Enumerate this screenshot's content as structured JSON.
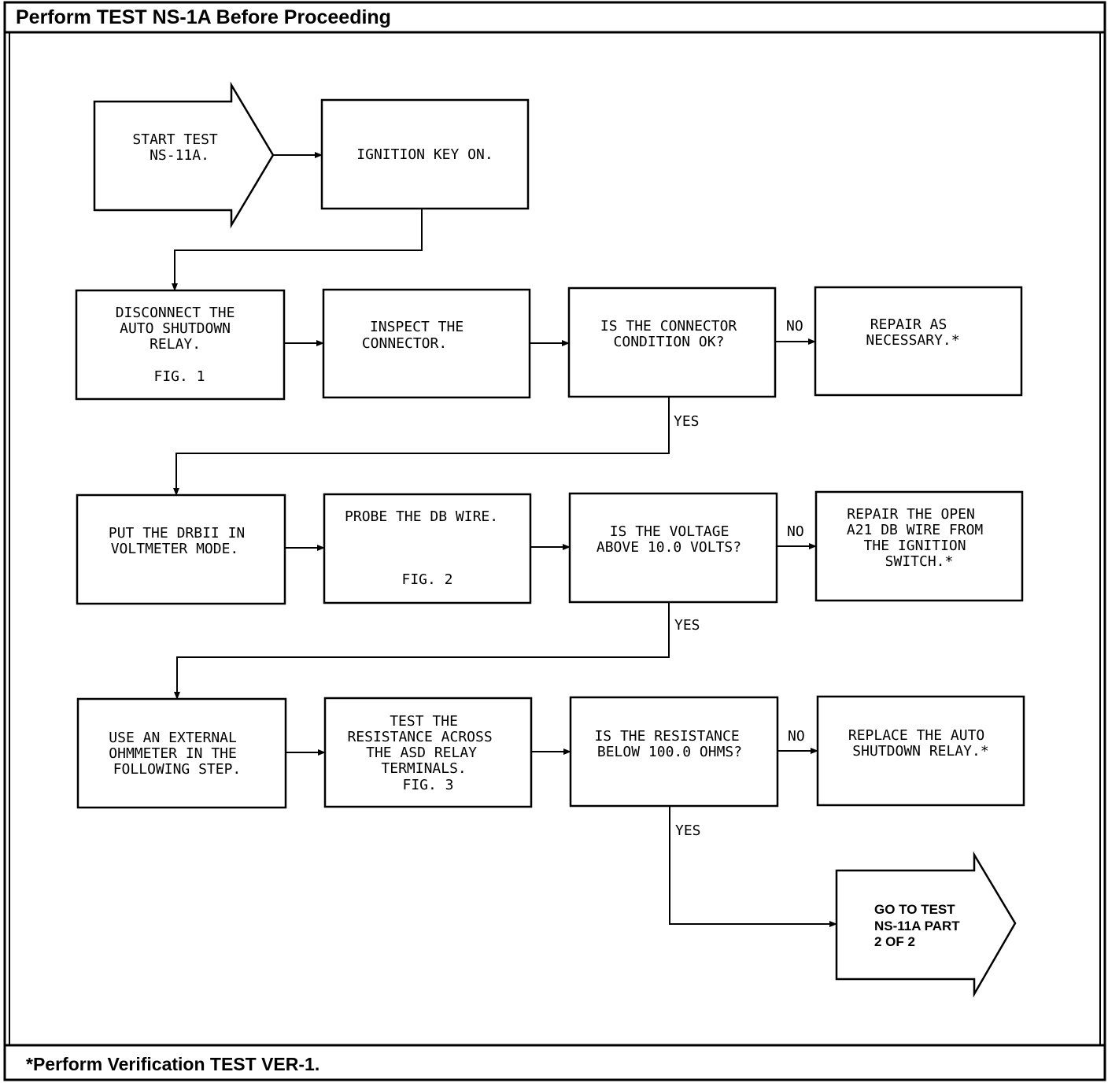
{
  "header": {
    "title": "Perform TEST NS-1A Before Proceeding"
  },
  "footer": {
    "note": "*Perform Verification TEST VER-1."
  },
  "nodes": {
    "start": [
      "START TEST",
      "NS-11A."
    ],
    "ignition": [
      "IGNITION KEY ON."
    ],
    "disconnect": [
      "DISCONNECT THE",
      "AUTO SHUTDOWN",
      "RELAY.",
      "",
      "FIG. 1"
    ],
    "inspect": [
      "INSPECT THE",
      "CONNECTOR."
    ],
    "connector_ok": [
      "IS THE CONNECTOR",
      "CONDITION OK?"
    ],
    "repair_nec": [
      "REPAIR AS",
      "NECESSARY.*"
    ],
    "put_drbii": [
      "PUT THE DRBII IN",
      "VOLTMETER MODE."
    ],
    "probe": [
      "PROBE THE DB WIRE.",
      "",
      "",
      "",
      "FIG. 2"
    ],
    "voltage": [
      "IS THE VOLTAGE",
      "ABOVE 10.0 VOLTS?"
    ],
    "repair_open": [
      "REPAIR THE OPEN",
      "A21 DB WIRE FROM",
      "THE IGNITION",
      "SWITCH.*"
    ],
    "ohmmeter": [
      "USE AN EXTERNAL",
      "OHMMETER IN THE",
      "FOLLOWING STEP."
    ],
    "test_res": [
      "TEST THE",
      "RESISTANCE ACROSS",
      "THE ASD RELAY",
      "TERMINALS.",
      "FIG. 3"
    ],
    "resistance": [
      "IS THE RESISTANCE",
      "BELOW 100.0 OHMS?"
    ],
    "replace": [
      "REPLACE THE AUTO",
      "SHUTDOWN RELAY.*"
    ],
    "goto": [
      "GO TO TEST",
      "NS-11A PART",
      "2 OF 2"
    ]
  },
  "edge_labels": {
    "yes": "YES",
    "no": "NO"
  }
}
